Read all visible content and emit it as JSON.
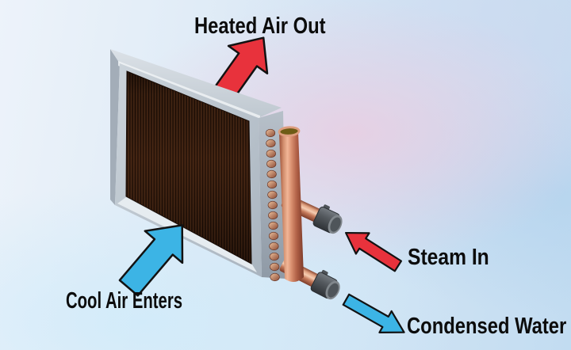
{
  "labels": {
    "heated_air_out": "Heated Air Out",
    "cool_air_enters": "Cool Air Enters",
    "steam_in": "Steam In",
    "condensed_water": "Condensed Water"
  },
  "colors": {
    "hot_flow": "#e8323c",
    "cool_flow": "#3cb4e5",
    "arrow_outline": "#121212",
    "label_text": "#0c0c0c",
    "copper_pipe": "#c97a5c",
    "coil_frame": "#bcc5ce",
    "coil_fins": "#321c0e",
    "pipe_fitting": "#4b5055"
  }
}
